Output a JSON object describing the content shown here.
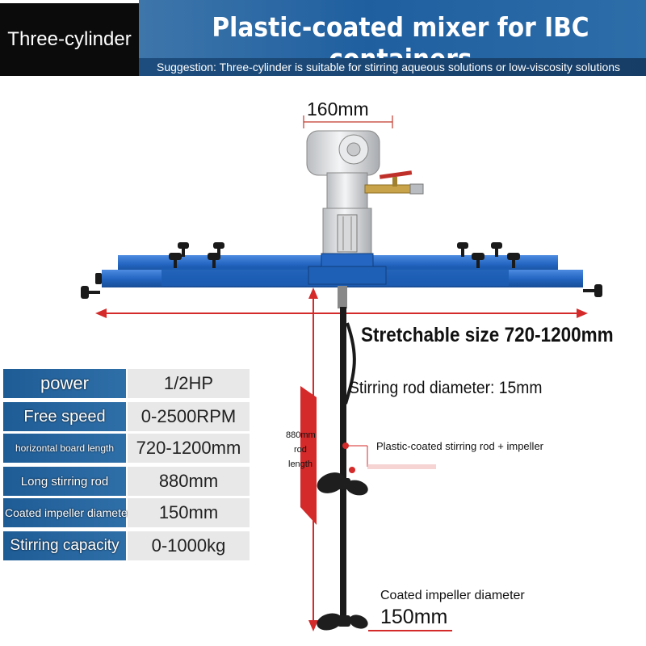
{
  "header": {
    "tag": "Three-cylinder",
    "title": "Plastic-coated mixer for IBC containers",
    "suggestion": "Suggestion: Three-cylinder is suitable for stirring aqueous solutions or low-viscosity solutions"
  },
  "dimensions": {
    "motor_width": "160mm",
    "stretchable": "Stretchable size 720-1200mm",
    "rod_diameter": "Stirring rod diameter: 15mm",
    "rod_length_line1": "880mm",
    "rod_length_line2": "rod",
    "rod_length_line3": "length",
    "coated_rod": "Plastic-coated stirring rod + impeller",
    "impeller_label": "Coated impeller diameter",
    "impeller_value": "150mm"
  },
  "specs": [
    {
      "label": "power",
      "value": "1/2HP"
    },
    {
      "label": "Free speed",
      "value": "0-2500RPM"
    },
    {
      "label": "horizontal board length",
      "value": "720-1200mm"
    },
    {
      "label": "Long stirring rod",
      "value": "880mm"
    },
    {
      "label": "Coated impeller diameter",
      "value": "150mm"
    },
    {
      "label": "Stirring capacity",
      "value": "0-1000kg"
    }
  ],
  "colors": {
    "accent_blue": "#1f5fa0",
    "frame_blue": "#2a6fc4",
    "dimension_red": "#d42a2a"
  }
}
